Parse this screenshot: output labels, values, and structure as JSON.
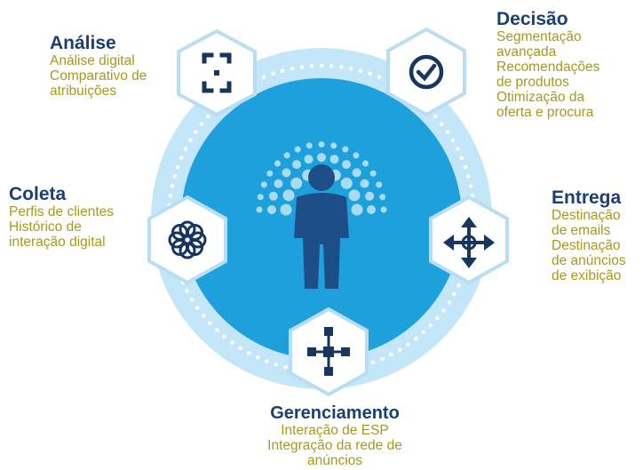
{
  "colors": {
    "outer_ring": "#c3e6f8",
    "inner_circle": "#1da0dc",
    "hexagon_border": "#b9def3",
    "icon": "#17355f",
    "title_text": "#1b3f73",
    "item_text": "#a49a1e",
    "dots_light": "#ffffff",
    "person_dots": "#a9dcf3"
  },
  "center": {
    "icon": "person-icon"
  },
  "stages": {
    "analise": {
      "title": "Análise",
      "icon": "focus-frame-icon",
      "items": [
        "Análise digital",
        "Comparativo de",
        "atribuições"
      ]
    },
    "decisao": {
      "title": "Decisão",
      "icon": "check-circle-icon",
      "items": [
        "Segmentação",
        "avançada",
        "Recomendações",
        "de produtos",
        "Otimização da",
        "oferta e procura"
      ]
    },
    "coleta": {
      "title": "Coleta",
      "icon": "loops-ring-icon",
      "items": [
        "Perfis de clientes",
        "Histórico de",
        "interação digital"
      ]
    },
    "entrega": {
      "title": "Entrega",
      "icon": "four-arrows-icon",
      "items": [
        "Destinação",
        "de emails",
        "Destinação",
        "de anúncios",
        "de exibição"
      ]
    },
    "gerenciamento": {
      "title": "Gerenciamento",
      "icon": "network-nodes-icon",
      "items": [
        "Interação de ESP",
        "Integração da rede de",
        "anúncios"
      ]
    }
  }
}
